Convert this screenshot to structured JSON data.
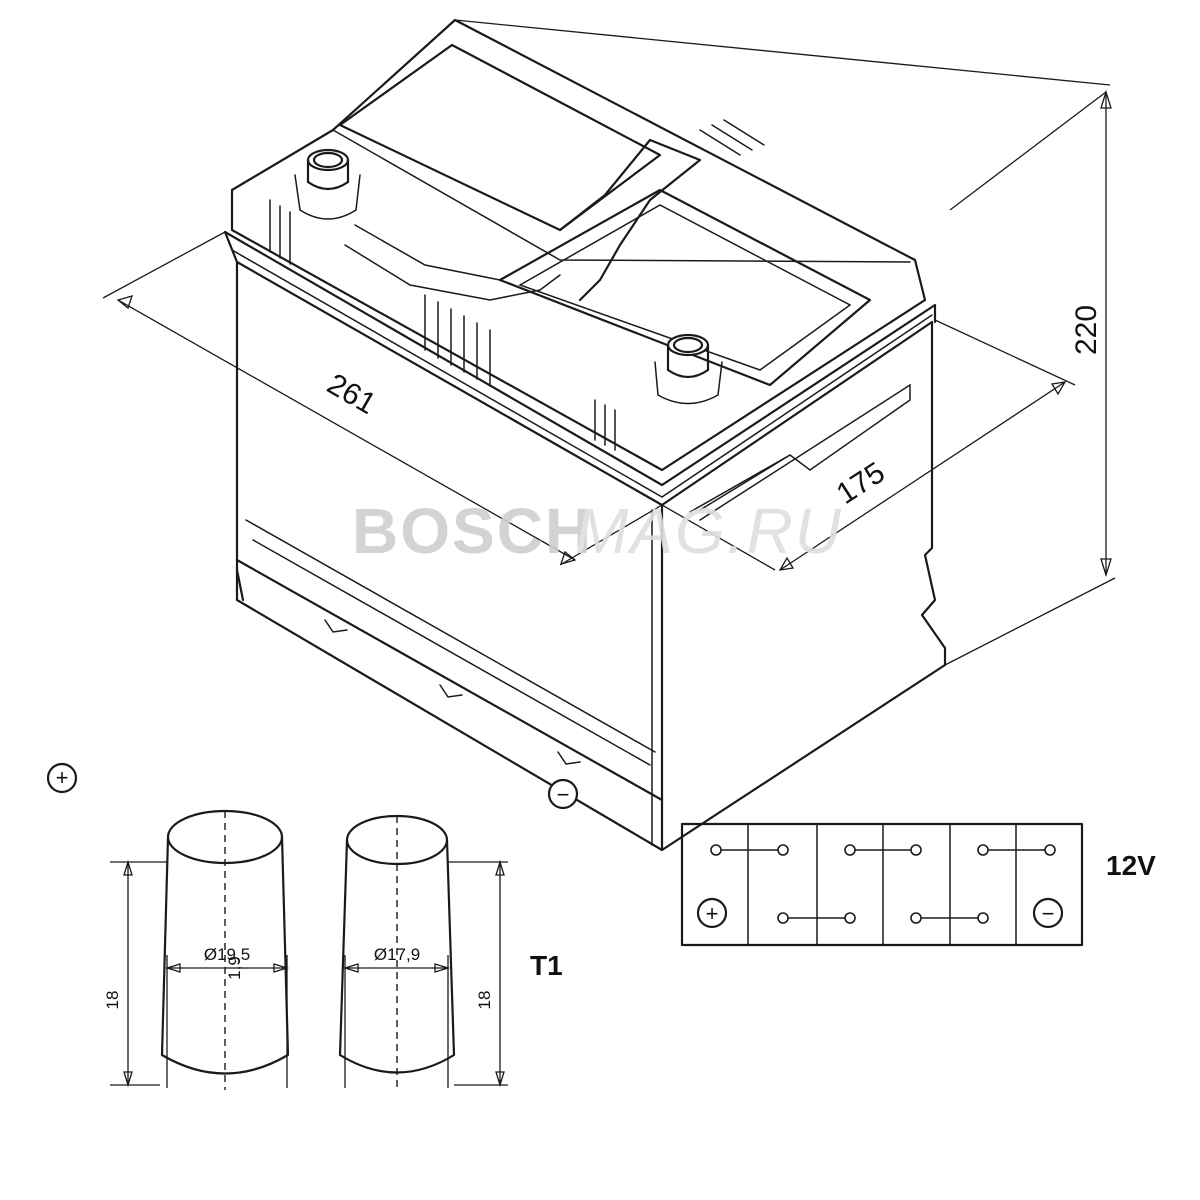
{
  "battery": {
    "dimensions": {
      "length": "261",
      "width": "175",
      "height": "220"
    }
  },
  "terminals": {
    "positive": {
      "top_diameter": "Ø19,5",
      "height": "18",
      "taper_label": "1,9",
      "symbol": "+"
    },
    "negative": {
      "top_diameter": "Ø17,9",
      "height": "18",
      "symbol": "−"
    },
    "type_code": "T1"
  },
  "cells": {
    "voltage": "12V",
    "count": 6,
    "positive_symbol": "+",
    "negative_symbol": "−"
  },
  "watermark": {
    "brand": "BOSCH",
    "site": "MAG.RU"
  }
}
